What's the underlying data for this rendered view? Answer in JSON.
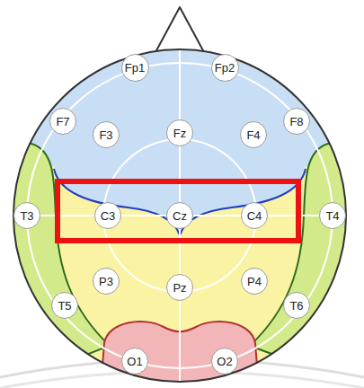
{
  "diagram": {
    "nodes": [
      {
        "text": [
          "Fp1"
        ]
      },
      {
        "text": [
          "Fp2"
        ]
      },
      {
        "text": [
          "F7"
        ]
      },
      {
        "text": [
          "F3"
        ]
      },
      {
        "text": [
          "Fz"
        ]
      },
      {
        "text": [
          "F4"
        ]
      },
      {
        "text": [
          "F8"
        ]
      },
      {
        "text": [
          "T3"
        ]
      },
      {
        "text": [
          "C3"
        ]
      },
      {
        "text": [
          "Cz"
        ]
      },
      {
        "text": [
          "C4"
        ]
      },
      {
        "text": [
          "T4"
        ]
      },
      {
        "text": [
          "T5"
        ]
      },
      {
        "text": [
          "P3"
        ]
      },
      {
        "text": [
          "Pz"
        ]
      },
      {
        "text": [
          "P4"
        ]
      },
      {
        "text": [
          "T6"
        ]
      },
      {
        "text": [
          "O1"
        ]
      },
      {
        "text": [
          "O2"
        ]
      }
    ]
  }
}
